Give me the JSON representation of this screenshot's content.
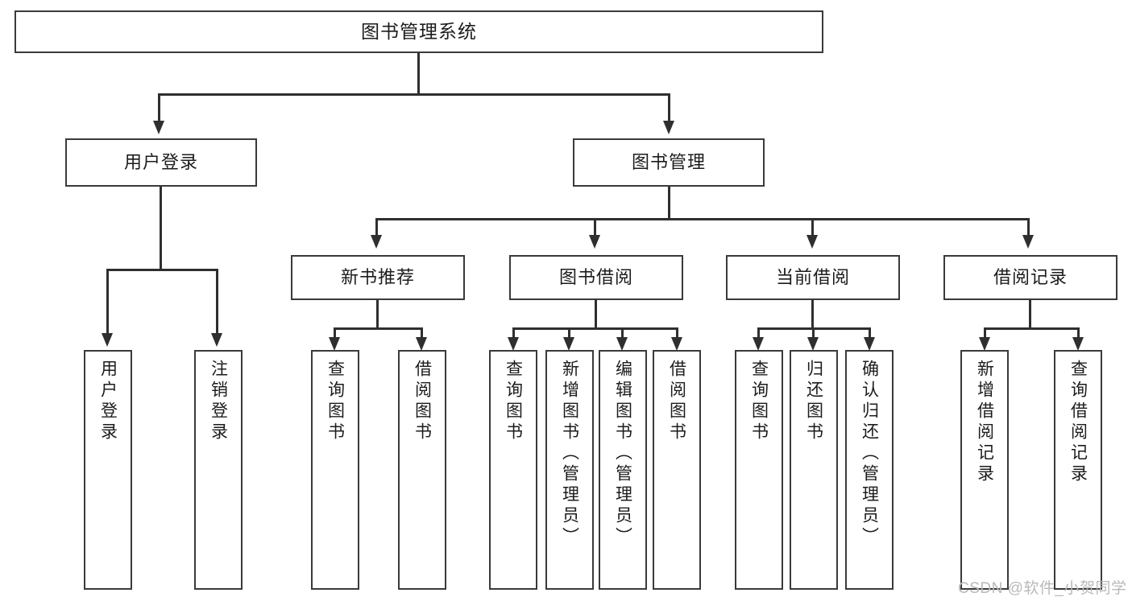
{
  "diagram": {
    "title": "图书管理系统",
    "type": "function-structure-tree",
    "root": {
      "label": "图书管理系统"
    },
    "level2": [
      {
        "id": "user-login",
        "label": "用户登录"
      },
      {
        "id": "book-manage",
        "label": "图书管理"
      }
    ],
    "level3": [
      {
        "id": "new-book-recommend",
        "label": "新书推荐",
        "parent": "book-manage"
      },
      {
        "id": "book-borrow",
        "label": "图书借阅",
        "parent": "book-manage"
      },
      {
        "id": "current-borrow",
        "label": "当前借阅",
        "parent": "book-manage"
      },
      {
        "id": "borrow-record",
        "label": "借阅记录",
        "parent": "book-manage"
      }
    ],
    "leaves": {
      "user-login": [
        {
          "id": "leaf-user-login",
          "label": "用户登录"
        },
        {
          "id": "leaf-user-logout",
          "label": "注销登录"
        }
      ],
      "new-book-recommend": [
        {
          "id": "leaf-query-book-1",
          "label": "查询图书"
        },
        {
          "id": "leaf-borrow-book-1",
          "label": "借阅图书"
        }
      ],
      "book-borrow": [
        {
          "id": "leaf-query-book-2",
          "label": "查询图书"
        },
        {
          "id": "leaf-add-book",
          "label": "新增图书（管理员）"
        },
        {
          "id": "leaf-edit-book",
          "label": "编辑图书（管理员）"
        },
        {
          "id": "leaf-borrow-book-2",
          "label": "借阅图书"
        }
      ],
      "current-borrow": [
        {
          "id": "leaf-query-book-3",
          "label": "查询图书"
        },
        {
          "id": "leaf-return-book",
          "label": "归还图书"
        },
        {
          "id": "leaf-confirm-return",
          "label": "确认归还（管理员）"
        }
      ],
      "borrow-record": [
        {
          "id": "leaf-add-record",
          "label": "新增借阅记录"
        },
        {
          "id": "leaf-query-record",
          "label": "查询借阅记录"
        }
      ]
    }
  },
  "watermark": {
    "text": "CSDN @软件_小贺同学"
  },
  "colors": {
    "border": "#3a3a3a",
    "connector": "#2f2f2f",
    "background": "#ffffff",
    "text": "#1c1c1c",
    "watermark": "#b9b9b9"
  }
}
